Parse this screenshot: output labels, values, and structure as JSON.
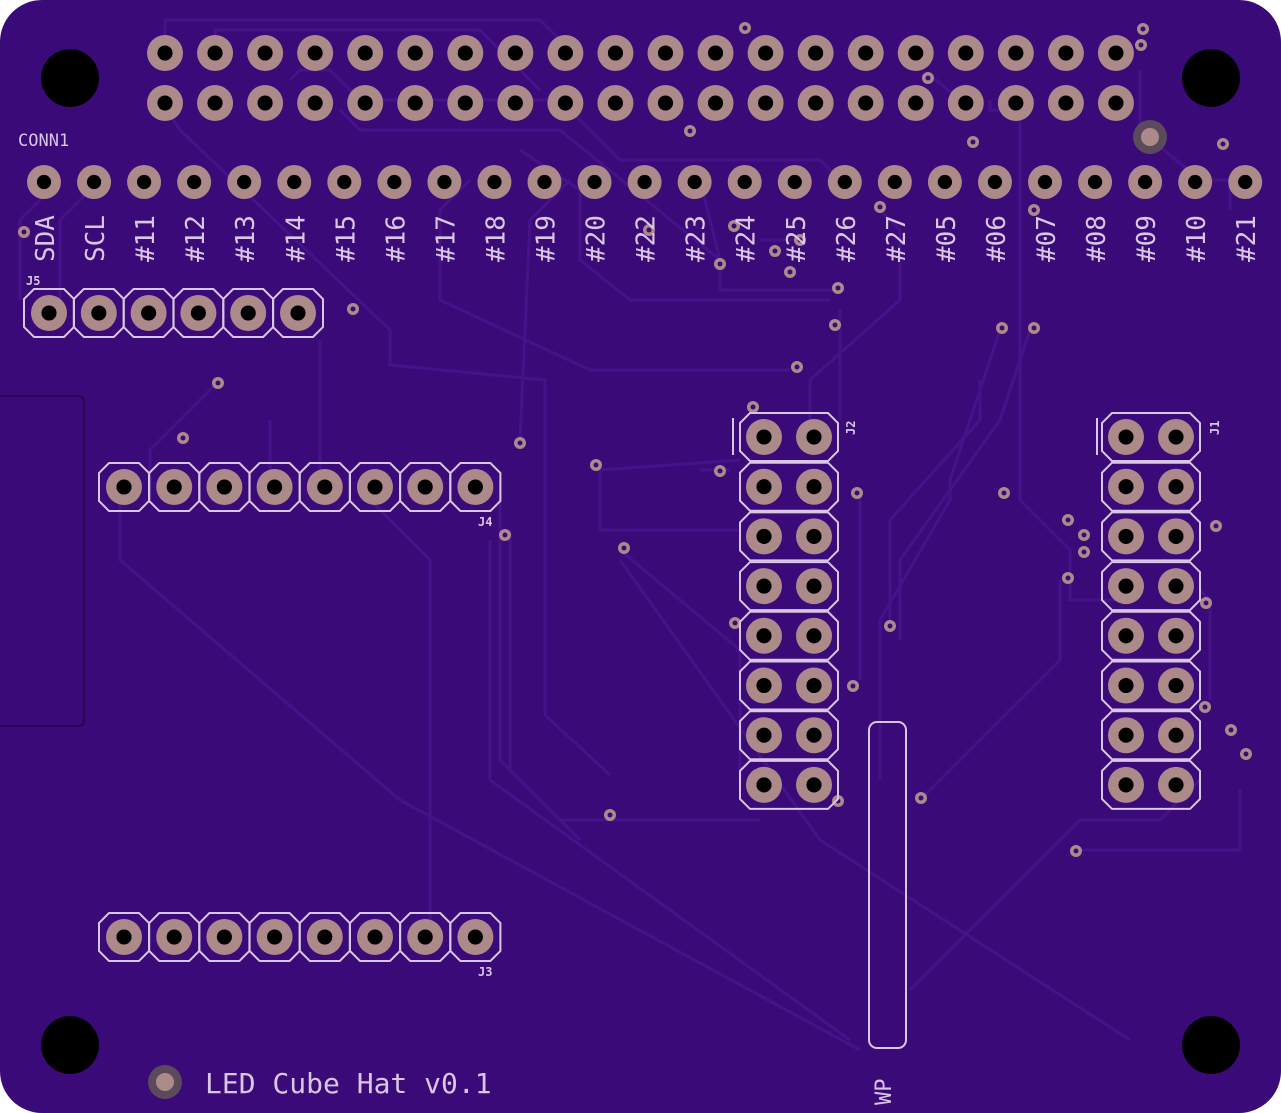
{
  "board": {
    "title": "LED Cube Hat v0.1",
    "colors": {
      "board": "#3a0a78",
      "trace": "#46128a",
      "silkscreen": "#d8c6e2",
      "pad": "#ad8a8a",
      "drill": "#000000",
      "mounting_hole": "#000000"
    }
  },
  "labels": {
    "conn1": "CONN1",
    "j5": "J5",
    "j4": "J4",
    "j3": "J3",
    "j2": "J2",
    "j1": "J1",
    "wp": "WP",
    "version": "LED Cube Hat v0.1"
  },
  "pin_labels": [
    "SDA",
    "SCL",
    "#11",
    "#12",
    "#13",
    "#14",
    "#15",
    "#16",
    "#17",
    "#18",
    "#19",
    "#20",
    "#22",
    "#23",
    "#24",
    "#25",
    "#26",
    "#27",
    "#05",
    "#06",
    "#07",
    "#08",
    "#09",
    "#10",
    "#21"
  ],
  "connectors": {
    "conn1_pins_per_row": 20,
    "breakout_pins": 25,
    "j5_pins": 6,
    "j4_pins": 8,
    "j3_pins": 8,
    "j2_pins": 16,
    "j1_pins": 16
  }
}
